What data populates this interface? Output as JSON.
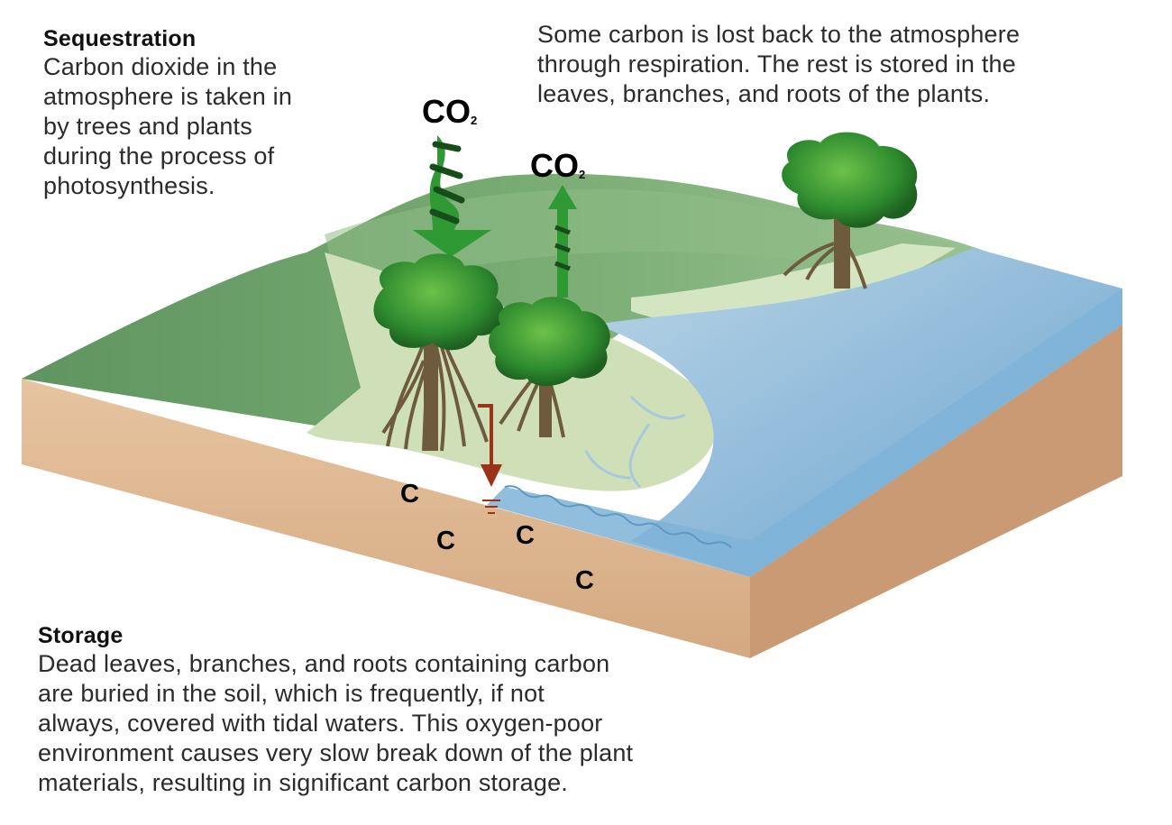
{
  "sequestration": {
    "heading": "Sequestration",
    "lines": [
      "Carbon dioxide in the",
      "atmosphere is taken in",
      "by trees and plants",
      "during the process of",
      "photosynthesis."
    ]
  },
  "respiration": {
    "lines": [
      "Some carbon is lost back to the atmosphere",
      "through respiration. The rest is stored in the",
      "leaves, branches, and roots of the plants."
    ]
  },
  "storage": {
    "heading": "Storage",
    "lines": [
      "Dead leaves, branches, and roots containing carbon",
      "are buried in the soil, which is frequently, if not",
      "always, covered with tidal waters. This oxygen-poor",
      "environment causes very slow break down of the plant",
      "materials, resulting in significant carbon storage."
    ]
  },
  "labels": {
    "co2_main": "CO",
    "co2_sub": "2",
    "carbon": [
      "C",
      "C",
      "C",
      "C"
    ]
  },
  "colors": {
    "land": "#6fa36b",
    "water": "#7fb0d6",
    "soil": "#e0bc98",
    "mudflat": "#cfe0b8",
    "arrow_green": "#2e9a33",
    "trunk": "#6e5a3c",
    "burial_arrow": "#9a3318"
  }
}
